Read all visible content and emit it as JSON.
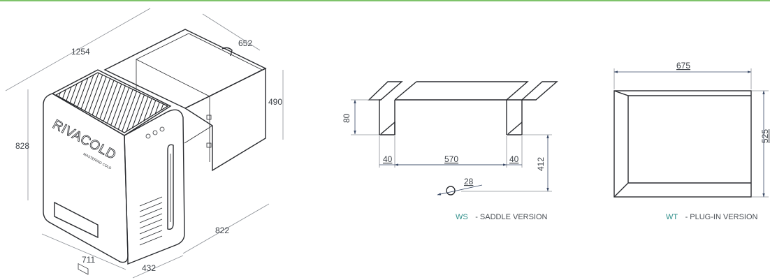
{
  "colors": {
    "top_rule": "#7ec36a",
    "code_accent": "#2f8f8a",
    "line": "#2a2c30",
    "dimension": "#8c9096"
  },
  "unit_3d": {
    "dims": {
      "width": "1254",
      "depth": "652",
      "height_right": "490",
      "height_left": "828",
      "front_width": "711",
      "front_depth": "432",
      "base_length": "822"
    },
    "logo": {
      "brand": "RIVACOLD",
      "tagline": "MASTERING COLD"
    }
  },
  "saddle": {
    "dims": {
      "flange_height": "80",
      "left_leg": "40",
      "span": "570",
      "right_leg": "40",
      "height": "412",
      "hole": "28"
    },
    "caption_code": "WS",
    "caption_text": "- SADDLE VERSION"
  },
  "plugin": {
    "dims": {
      "width": "675",
      "height": "525"
    },
    "caption_code": "WT",
    "caption_text": "- PLUG-IN VERSION"
  }
}
